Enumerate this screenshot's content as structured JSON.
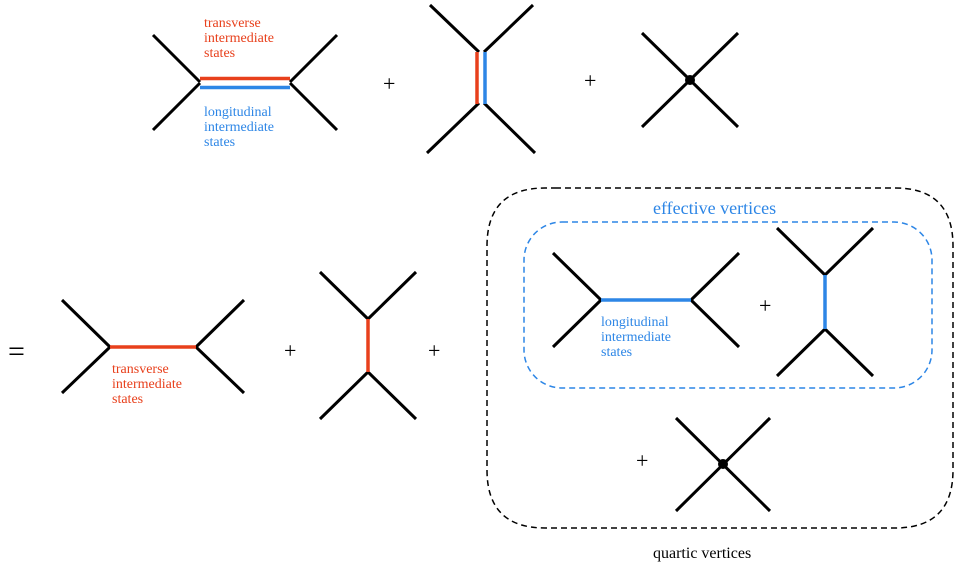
{
  "colors": {
    "transverse": "#e8401c",
    "longitudinal": "#2d86e6",
    "line": "#000000",
    "box_outer": "#000000",
    "box_inner": "#2d86e6"
  },
  "labels": {
    "top_transverse": "transverse\nintermediate\nstates",
    "top_longitudinal": "longitudinal\nintermediate\nstates",
    "bottom_transverse": "transverse\nintermediate\nstates",
    "effective_longitudinal": "longitudinal\nintermediate\nstates",
    "effective_vertices_title": "effective vertices",
    "quartic_vertices_title": "quartic vertices"
  },
  "operators": {
    "plus": "+",
    "equals": "="
  }
}
